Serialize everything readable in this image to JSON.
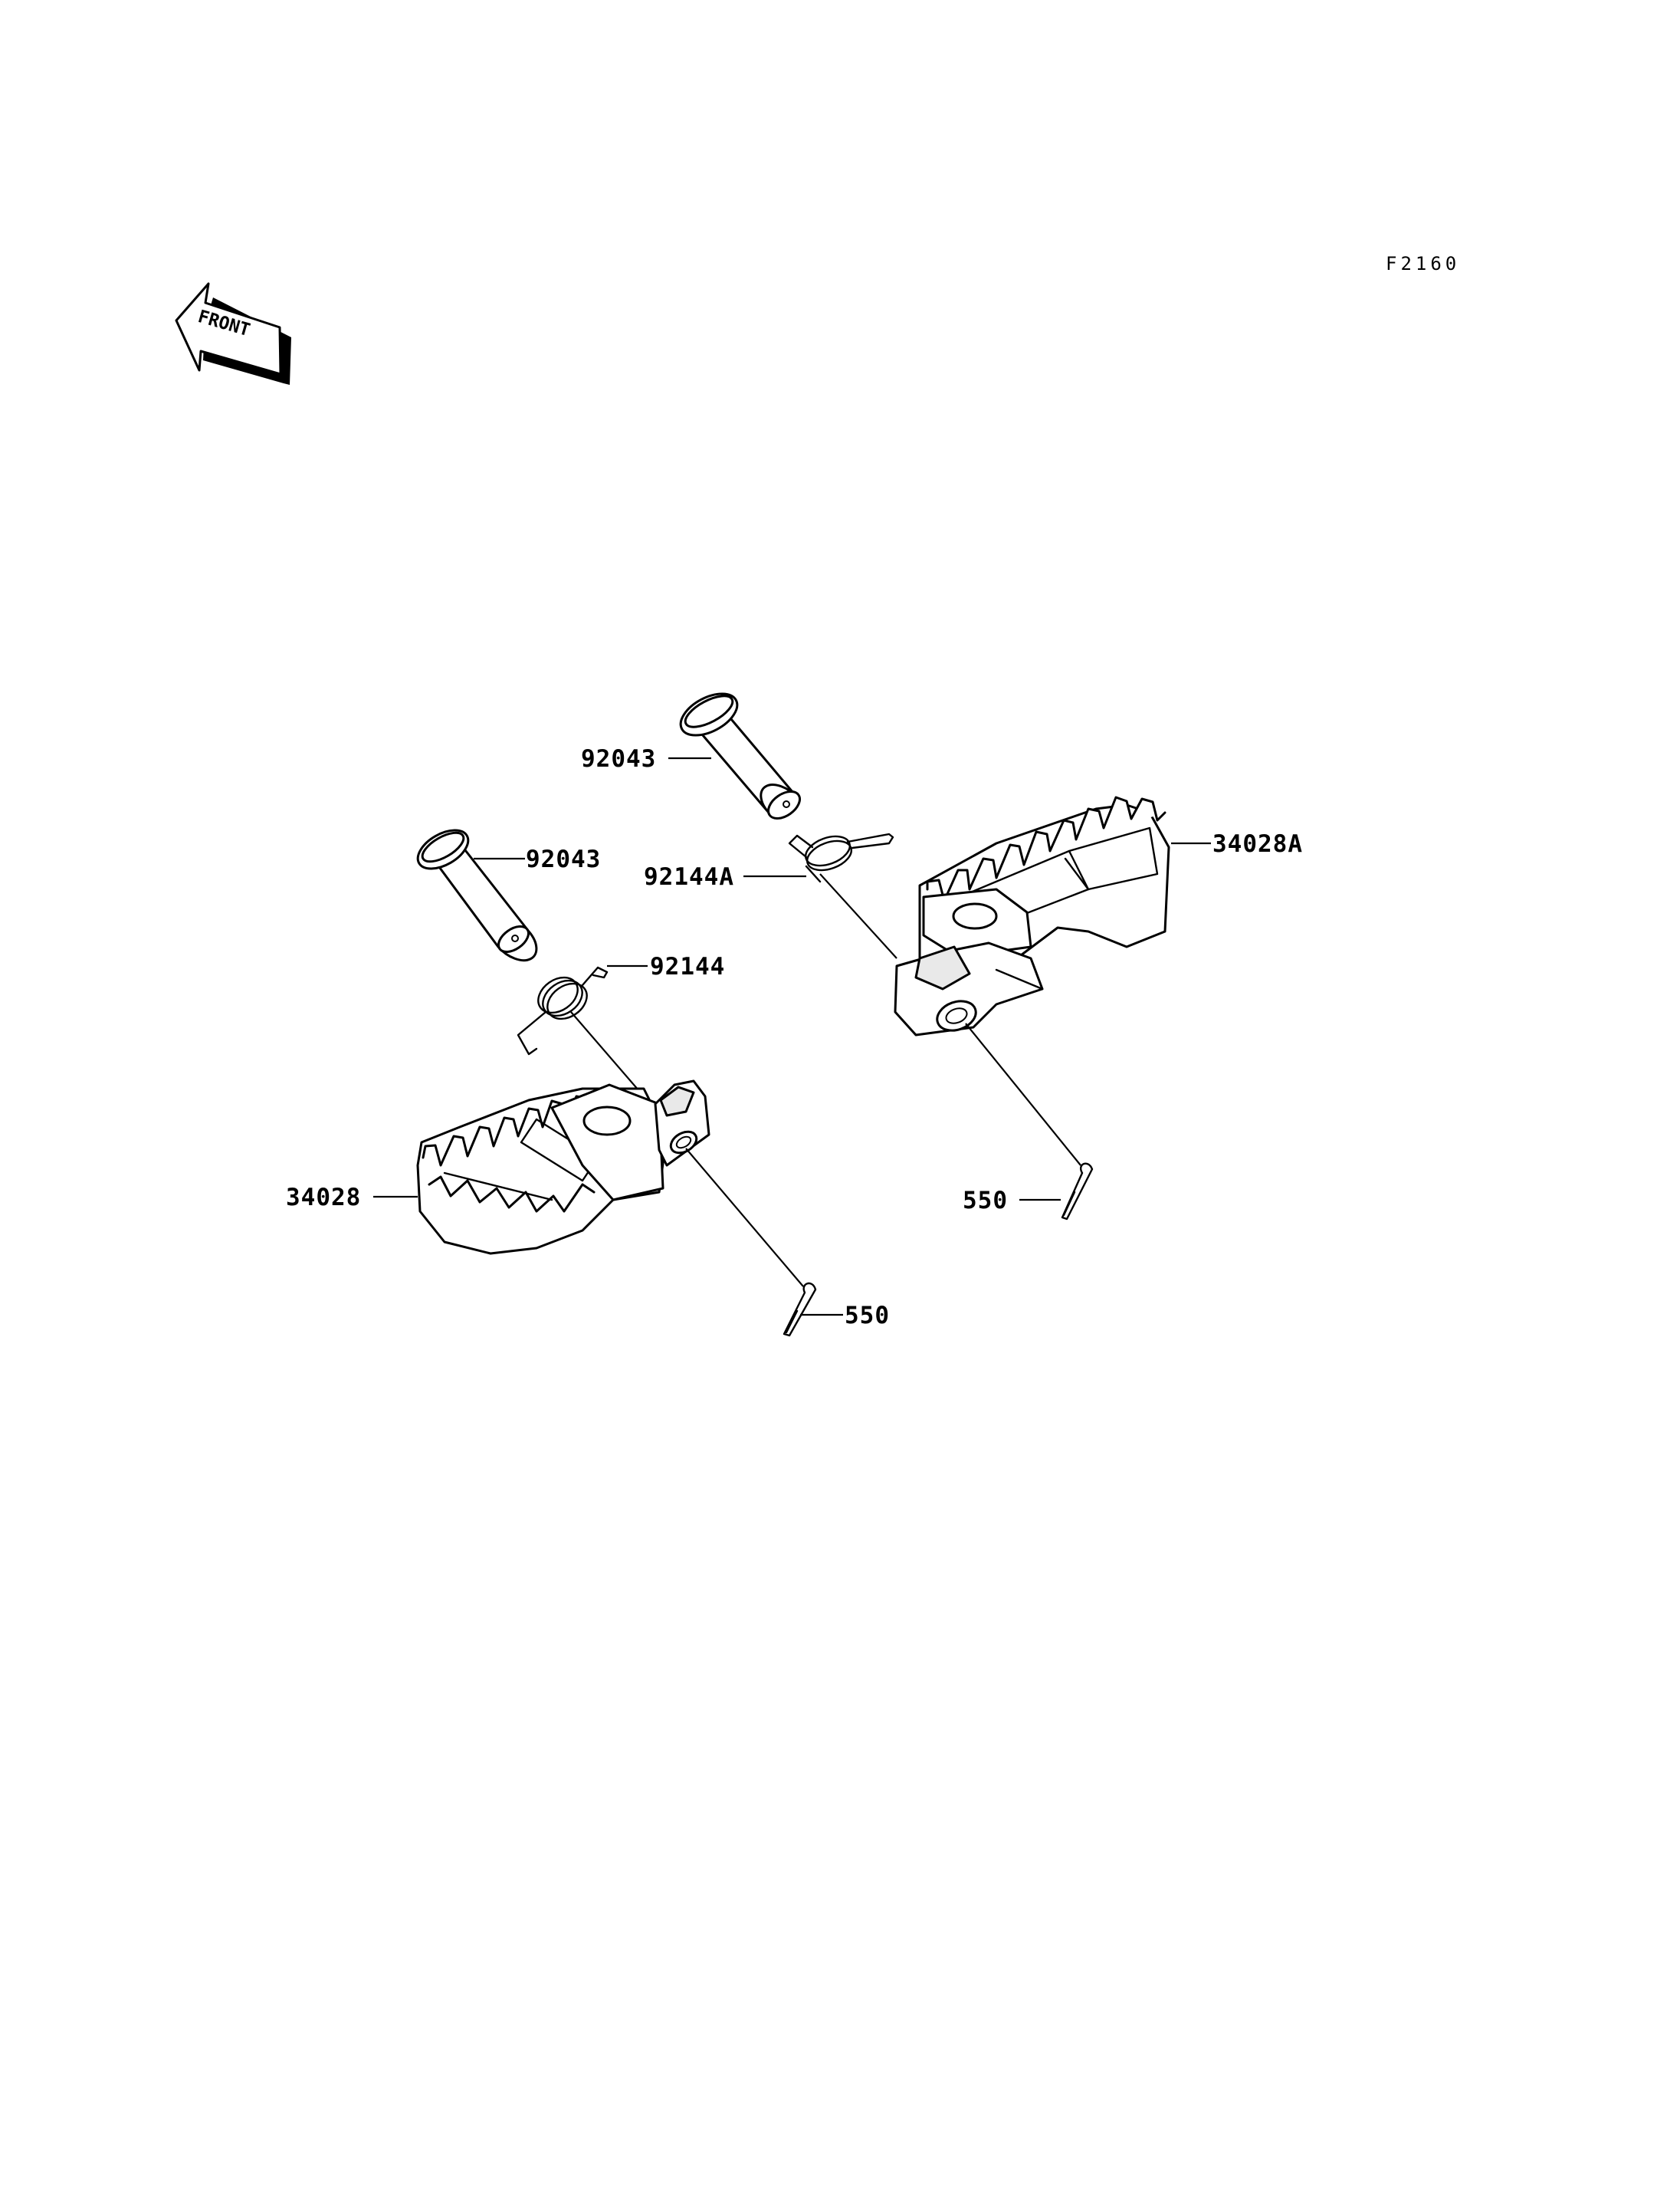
{
  "figure_code": "F2160",
  "front_label": "FRONT",
  "parts": {
    "pin_upper": "92043",
    "pin_lower": "92043",
    "spring_right": "92144A",
    "spring_left": "92144",
    "footpeg_right": "34028A",
    "footpeg_left": "34028",
    "cotter_right": "550",
    "cotter_left": "550"
  }
}
